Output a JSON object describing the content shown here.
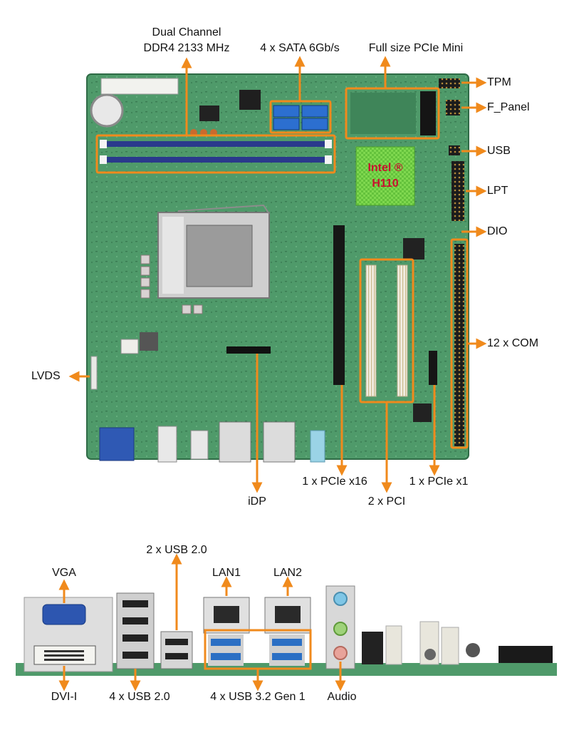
{
  "board": {
    "chipset_line1": "Intel ®",
    "chipset_line2": "H110"
  },
  "callouts": {
    "memory_line1": "Dual Channel",
    "memory_line2": "DDR4 2133 MHz",
    "sata": "4 x SATA 6Gb/s",
    "pcie_mini": "Full size PCIe Mini",
    "tpm": "TPM",
    "f_panel": "F_Panel",
    "usb": "USB",
    "lpt": "LPT",
    "dio": "DIO",
    "com": "12 x COM",
    "lvds": "LVDS",
    "idp": "iDP",
    "pcie_x16": "1 x PCIe x16",
    "pci": "2 x PCI",
    "pcie_x1": "1 x PCIe x1"
  },
  "io_panel": {
    "usb20_top": "2 x USB 2.0",
    "vga": "VGA",
    "lan1": "LAN1",
    "lan2": "LAN2",
    "dvi": "DVI-I",
    "usb20_bottom": "4 x USB 2.0",
    "usb32": "4 x USB 3.2 Gen 1",
    "audio": "Audio"
  },
  "colors": {
    "arrow": "#f08a1c",
    "pcb": "#4f9a6a",
    "dimm": "#2a3a8c",
    "chipset": "#7fd84f",
    "chipset_text": "#c8102e",
    "usb3": "#2b6fc4"
  }
}
